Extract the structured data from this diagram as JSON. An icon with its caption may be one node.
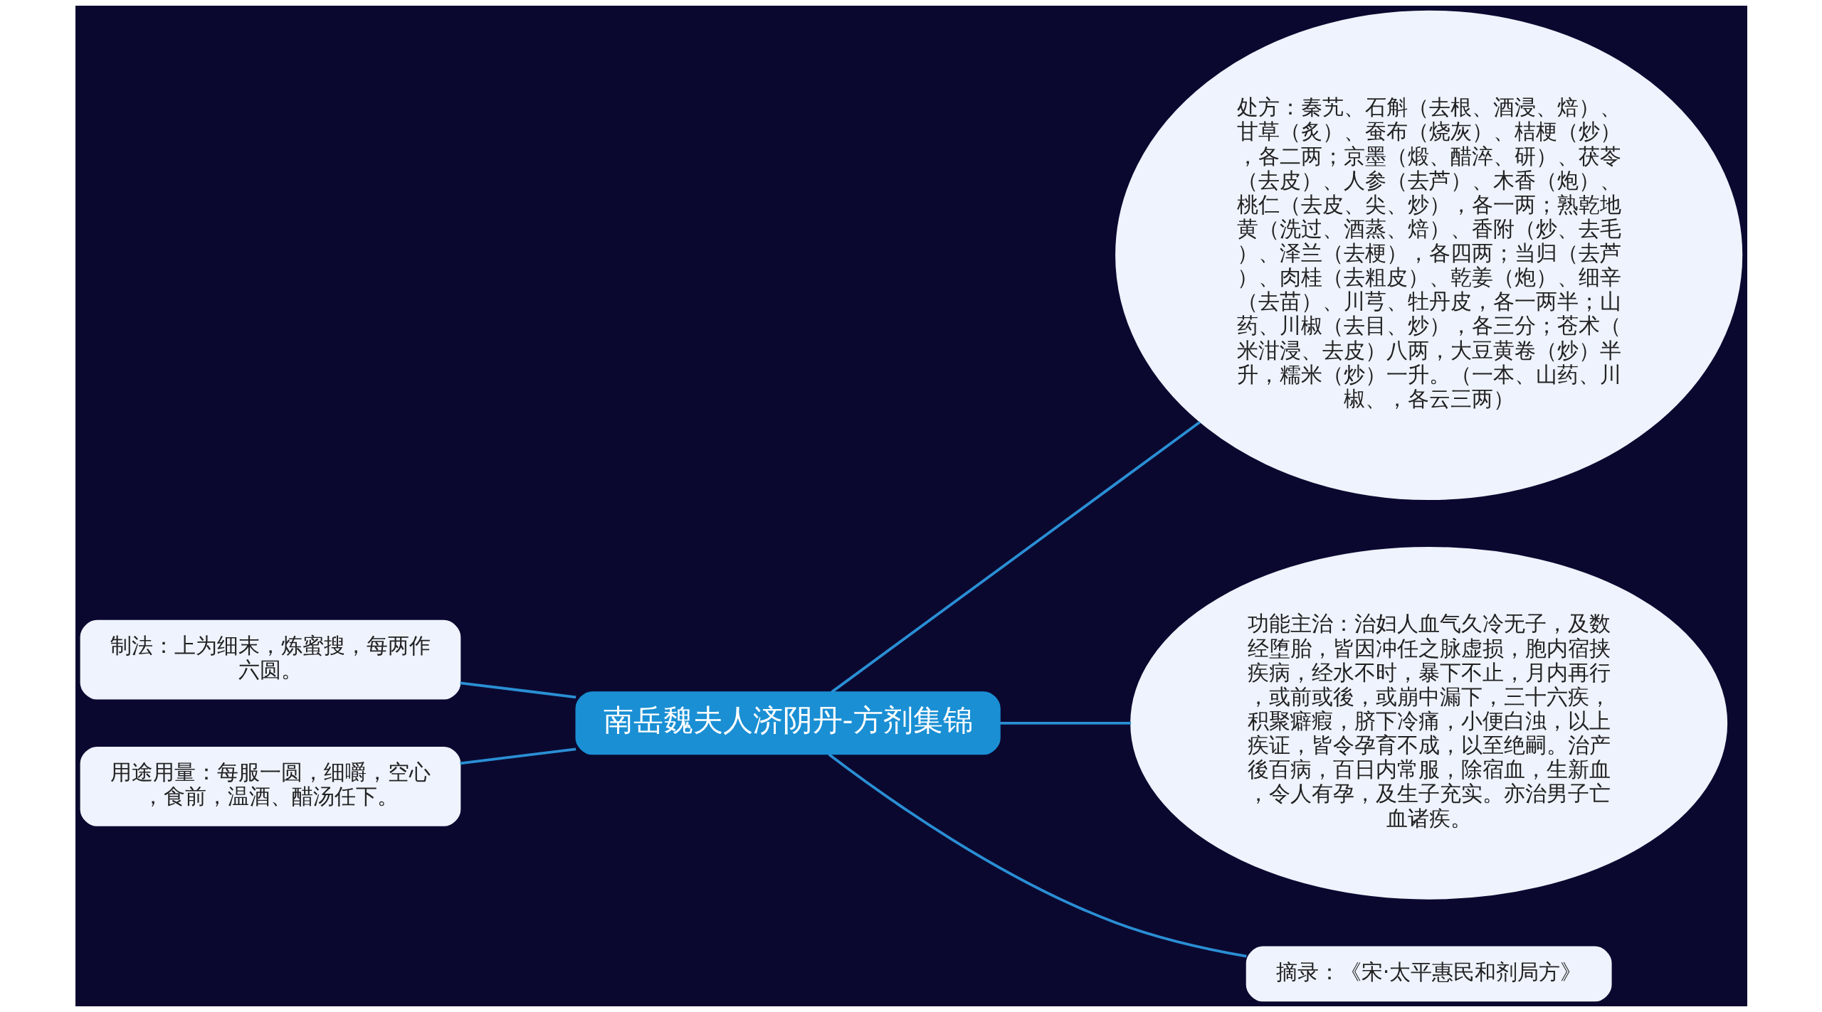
{
  "diagram": {
    "nodes": [
      {
        "text": [
          "南岳魏夫人济阴丹-方剂集锦"
        ]
      },
      {
        "text": [
          "制法：上为细末，炼蜜搜，每两作六圆。"
        ]
      },
      {
        "text": [
          "用途用量：每服一圆，细嚼，空心，食前，温酒、醋汤任下。"
        ]
      },
      {
        "text": [
          "处方：秦艽、石斛（去根、酒浸、焙）、甘草（炙）、蚕布（烧灰）、桔梗（炒），各二两；京墨（煅、醋淬、研）、茯苓（去皮）、人参（去芦）、木香（炮）、桃仁（去皮、尖、炒），各一两；熟乾地黄（洗过、酒蒸、焙）、香附（炒、去毛）、泽兰（去梗），各四两；当归（去芦）、肉桂（去粗皮）、乾姜（炮）、细辛（去苗）、川芎、牡丹皮，各一两半；山药、川椒（去目、炒），各三分；苍术（米泔浸、去皮）八两，大豆黄卷（炒）半升，糯米（炒）一升。（一本、山药、川椒、，各云三两）"
        ]
      },
      {
        "text": [
          "功能主治：治妇人血气久冷无子，及数经堕胎，皆因冲任之脉虚损，胞内宿挟疾病，经水不时，暴下不止，月内再行，或前或後，或崩中漏下，三十六疾，积聚癖瘕，脐下冷痛，小便白浊，以上疾证，皆令孕育不成，以至绝嗣。治产後百病，百日内常服，除宿血，生新血，令人有孕，及生子充实。亦治男子亡血诸疾。"
        ]
      },
      {
        "text": [
          "摘录：《宋·太平惠民和剂局方》"
        ]
      }
    ],
    "edges": [
      {
        "from": 0,
        "to": 1,
        "arrow": "none"
      },
      {
        "from": 0,
        "to": 2,
        "arrow": "none"
      },
      {
        "from": 0,
        "to": 3,
        "arrow": "none"
      },
      {
        "from": 0,
        "to": 4,
        "arrow": "none"
      },
      {
        "from": 0,
        "to": 5,
        "arrow": "none"
      }
    ]
  }
}
